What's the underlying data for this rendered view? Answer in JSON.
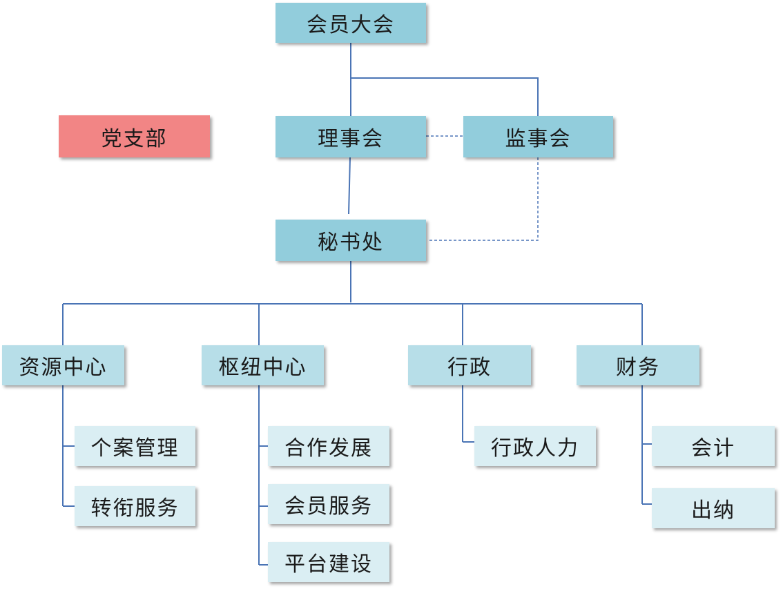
{
  "diagram": {
    "colors": {
      "top_box": "#92cddc",
      "department_box": "#b7dee8",
      "sub_box": "#daeef3",
      "party_box": "#f28585",
      "line": "#4a74b5"
    },
    "general_assembly": "会员大会",
    "party_branch": "党支部",
    "council": "理事会",
    "supervisory_board": "监事会",
    "secretariat": "秘书处",
    "departments": [
      {
        "label": "资源中心",
        "children": [
          "个案管理",
          "转衔服务"
        ]
      },
      {
        "label": "枢纽中心",
        "children": [
          "合作发展",
          "会员服务",
          "平台建设"
        ]
      },
      {
        "label": "行政",
        "children": [
          "行政人力"
        ]
      },
      {
        "label": "财务",
        "children": [
          "会计",
          "出纳"
        ]
      }
    ]
  }
}
